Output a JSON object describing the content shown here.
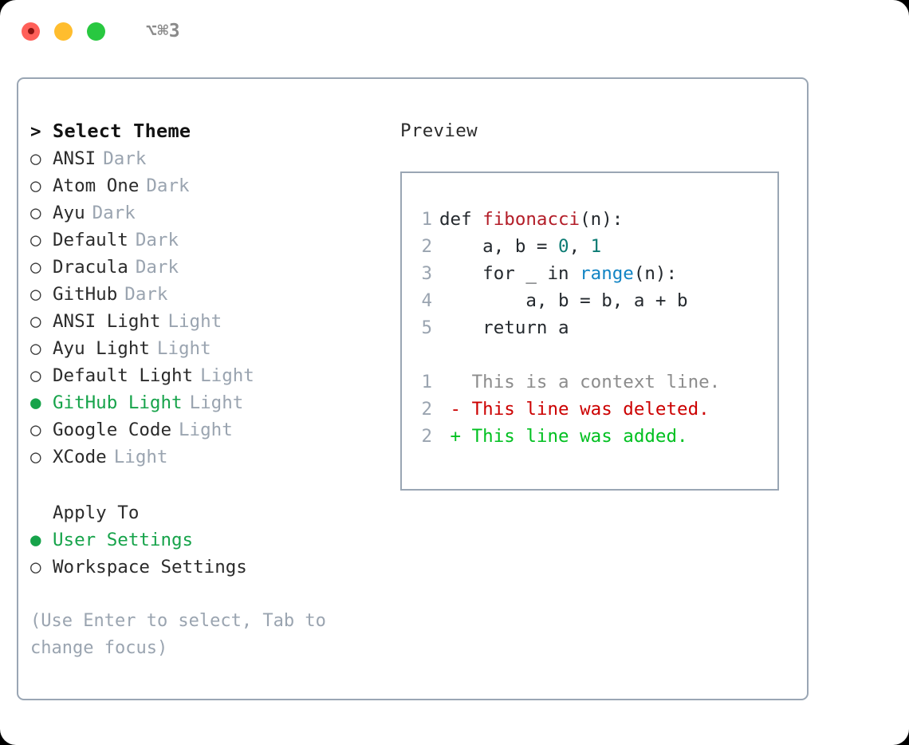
{
  "titlebar": {
    "shortcut": "⌥⌘3",
    "lights": [
      {
        "name": "close",
        "color": "#ff6059"
      },
      {
        "name": "minimize",
        "color": "#ffbd2e"
      },
      {
        "name": "maximize",
        "color": "#28c840"
      }
    ]
  },
  "theme_picker": {
    "prompt": ">",
    "heading": "Select Theme",
    "marker_selected": "●",
    "marker_unselected": "○",
    "accent_color": "#16a34a",
    "items": [
      {
        "label": "ANSI",
        "variant": "Dark",
        "selected": false
      },
      {
        "label": "Atom One",
        "variant": "Dark",
        "selected": false
      },
      {
        "label": "Ayu",
        "variant": "Dark",
        "selected": false
      },
      {
        "label": "Default",
        "variant": "Dark",
        "selected": false
      },
      {
        "label": "Dracula",
        "variant": "Dark",
        "selected": false
      },
      {
        "label": "GitHub",
        "variant": "Dark",
        "selected": false
      },
      {
        "label": "ANSI Light",
        "variant": "Light",
        "selected": false
      },
      {
        "label": "Ayu Light",
        "variant": "Light",
        "selected": false
      },
      {
        "label": "Default Light",
        "variant": "Light",
        "selected": false
      },
      {
        "label": "GitHub Light",
        "variant": "Light",
        "selected": true
      },
      {
        "label": "Google Code",
        "variant": "Light",
        "selected": false
      },
      {
        "label": "XCode",
        "variant": "Light",
        "selected": false
      }
    ]
  },
  "apply_to": {
    "heading": "Apply To",
    "options": [
      {
        "label": "User Settings",
        "selected": true
      },
      {
        "label": "Workspace Settings",
        "selected": false
      }
    ]
  },
  "hint": "(Use Enter to select, Tab to change focus)",
  "preview": {
    "title": "Preview",
    "code_lines": [
      {
        "number": "1",
        "tokens": [
          {
            "text": "def ",
            "kind": "plain"
          },
          {
            "text": "fibonacci",
            "kind": "func"
          },
          {
            "text": "(n):",
            "kind": "plain"
          }
        ]
      },
      {
        "number": "2",
        "tokens": [
          {
            "text": "    a, b = ",
            "kind": "plain"
          },
          {
            "text": "0",
            "kind": "num"
          },
          {
            "text": ", ",
            "kind": "plain"
          },
          {
            "text": "1",
            "kind": "num"
          }
        ]
      },
      {
        "number": "3",
        "tokens": [
          {
            "text": "    for _ in ",
            "kind": "plain"
          },
          {
            "text": "range",
            "kind": "builtin"
          },
          {
            "text": "(n):",
            "kind": "plain"
          }
        ]
      },
      {
        "number": "4",
        "tokens": [
          {
            "text": "        a, b = b, a + b",
            "kind": "plain"
          }
        ]
      },
      {
        "number": "5",
        "tokens": [
          {
            "text": "    return a",
            "kind": "plain"
          }
        ]
      }
    ],
    "diff_lines": [
      {
        "number": "1",
        "sign": " ",
        "text": "This is a context line.",
        "kind": "context"
      },
      {
        "number": "2",
        "sign": "-",
        "text": "This line was deleted.",
        "kind": "deleted"
      },
      {
        "number": "2",
        "sign": "+",
        "text": "This line was added.",
        "kind": "added"
      }
    ]
  }
}
